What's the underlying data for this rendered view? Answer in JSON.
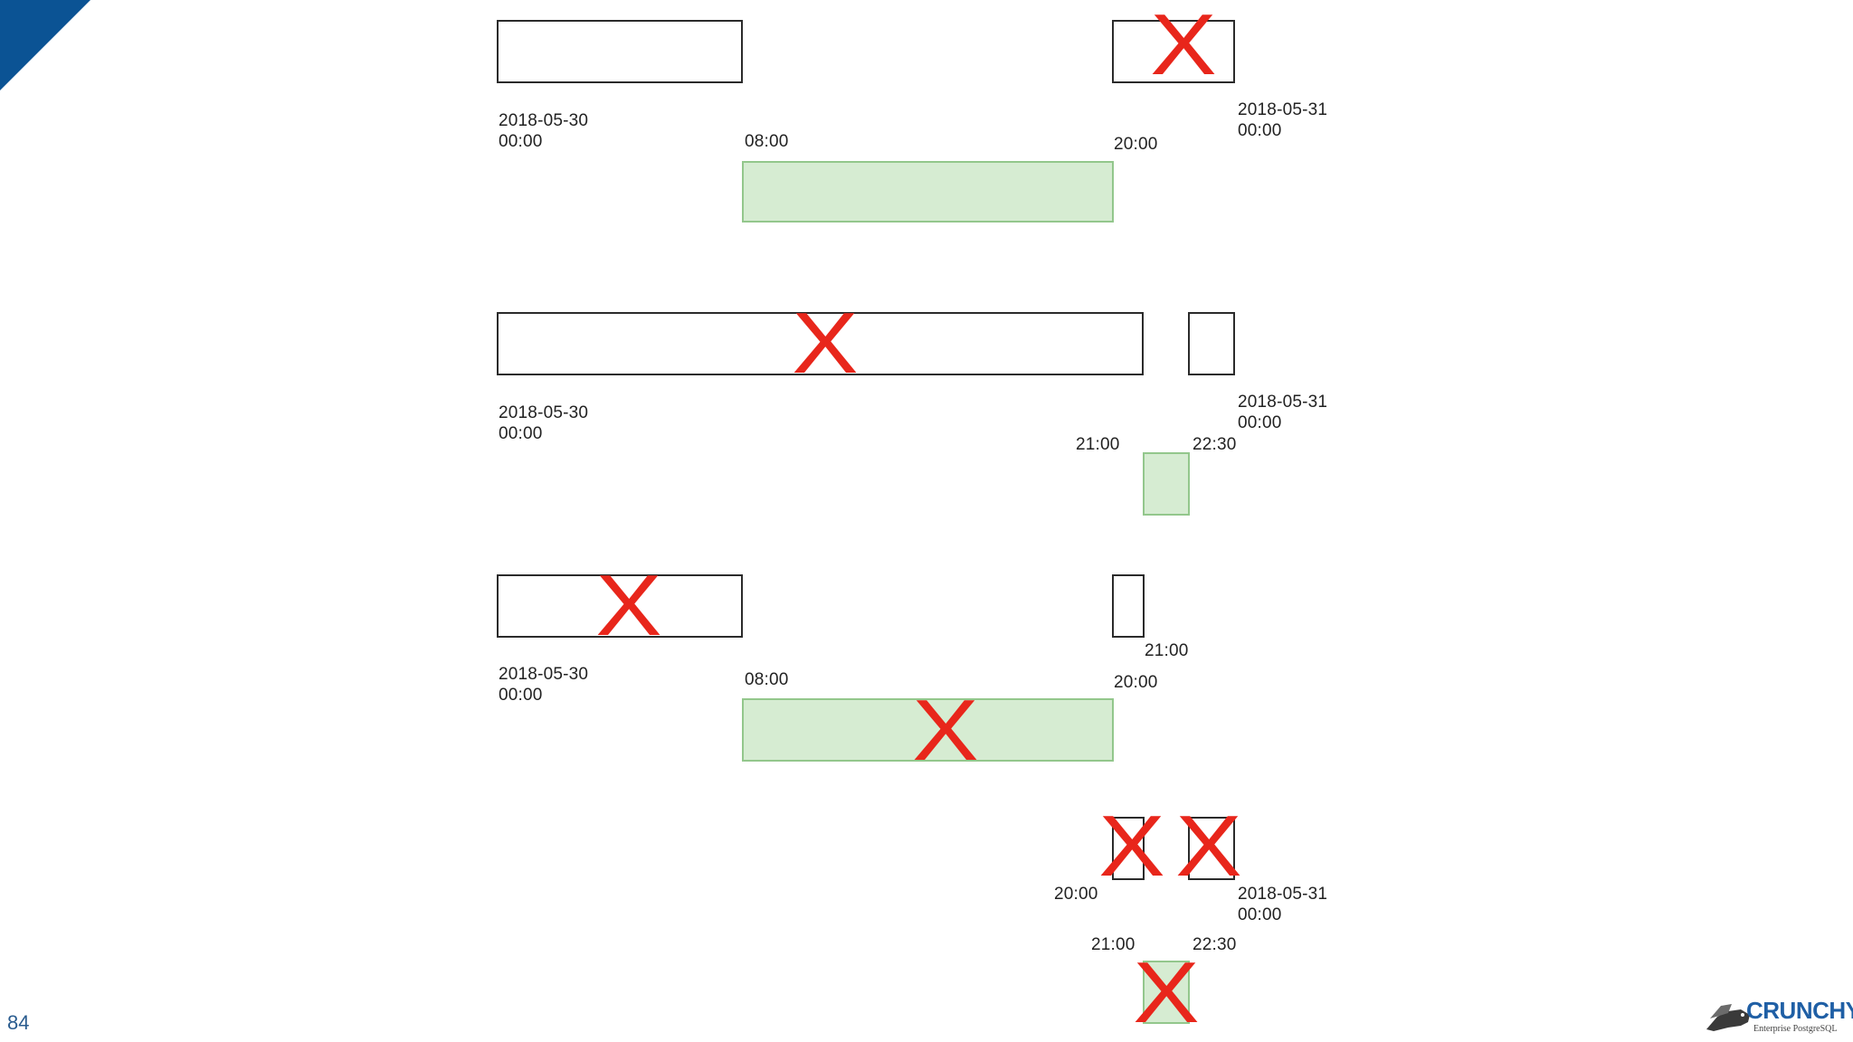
{
  "slide": {
    "page_number": "84",
    "accent_color": "#0b5394"
  },
  "diagram_1": {
    "start_label": "2018-05-30\n00:00",
    "t1_label": "08:00",
    "t2_label": "20:00",
    "end_label": "2018-05-31\n00:00",
    "mark": "X"
  },
  "diagram_2": {
    "start_label": "2018-05-30\n00:00",
    "end_label": "2018-05-31\n00:00",
    "t1_label": "21:00",
    "t2_label": "22:30",
    "mark": "X"
  },
  "diagram_3": {
    "start_label": "2018-05-30\n00:00",
    "t1_label": "08:00",
    "t2_label": "20:00",
    "t3_label": "21:00",
    "mark_a": "X",
    "mark_b": "X"
  },
  "diagram_4": {
    "t1_label": "20:00",
    "end_label": "2018-05-31\n00:00",
    "t2_label": "21:00",
    "t3_label": "22:30",
    "mark_a": "X",
    "mark_b": "X",
    "mark_c": "X"
  },
  "logo": {
    "name": "CRUNCHY",
    "tagline": "Enterprise PostgreSQL",
    "primary_color": "#1f5fa5"
  }
}
